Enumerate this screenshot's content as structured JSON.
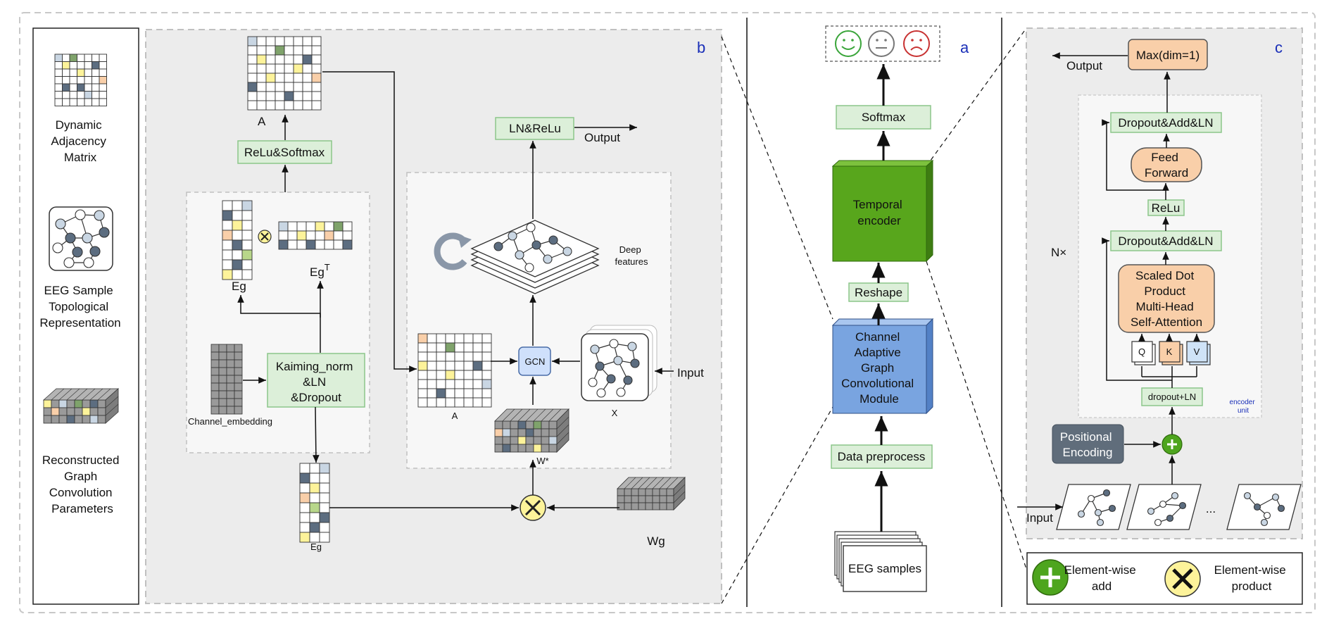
{
  "legend_left": {
    "dynamic_adjacency": [
      "Dynamic",
      "Adjacency",
      "Matrix"
    ],
    "eeg_topology": [
      "EEG Sample",
      "Topological",
      "Representation"
    ],
    "reconstructed": [
      "Reconstructed",
      "Graph",
      "Convolution",
      "Parameters"
    ]
  },
  "panel_b": {
    "letter": "b",
    "A_top": "A",
    "relu_softmax": "ReLu&Softmax",
    "eg": "Eg",
    "eg_t": "Eg",
    "eg_t_sup": "T",
    "kaiming": [
      "Kaiming_norm",
      "&LN",
      "&Dropout"
    ],
    "channel_embedding": "Channel_embedding",
    "eg_bottom": "Eg",
    "wg": "Wg",
    "ln_relu": "LN&ReLu",
    "output": "Output",
    "deep_features": [
      "Deep",
      "features"
    ],
    "A_mid": "A",
    "gcn": "GCN",
    "x": "X",
    "input": "Input",
    "w_star": "W*"
  },
  "panel_a": {
    "letter": "a",
    "softmax": "Softmax",
    "temporal": [
      "Temporal",
      "encoder"
    ],
    "reshape": "Reshape",
    "cagcm": [
      "Channel",
      "Adaptive",
      "Graph",
      "Convolutional",
      "Module"
    ],
    "data_preprocess": "Data preprocess",
    "eeg_samples": "EEG samples"
  },
  "panel_c": {
    "letter": "c",
    "max": "Max(dim=1)",
    "output": "Output",
    "dropout_add_ln_1": "Dropout&Add&LN",
    "feed_forward": [
      "Feed",
      "Forward"
    ],
    "relu": "ReLu",
    "nx": "N×",
    "dropout_add_ln_2": "Dropout&Add&LN",
    "attention": [
      "Scaled Dot",
      "Product",
      "Multi-Head",
      "Self-Attention"
    ],
    "q": "Q",
    "k": "K",
    "v": "V",
    "dropout_ln": "dropout+LN",
    "encoder_unit": [
      "encoder",
      "unit"
    ],
    "positional": [
      "Positional",
      "Encoding"
    ],
    "input": "Input",
    "ellipsis": "..."
  },
  "legend_bottom": {
    "add": [
      "Element-wise",
      "add"
    ],
    "product": [
      "Element-wise",
      "product"
    ]
  },
  "colors": {
    "green_box": "#dcefd9",
    "green_border": "#8cc68a",
    "orange": "#f9cfa9",
    "blue_box": "#79a4e0",
    "temporal_green": "#58a61c",
    "panel_gray": "#ececec",
    "node_dark": "#5c6d80",
    "node_light": "#c9d6e3",
    "yellow": "#fdf39a",
    "pos_enc": "#606d7b",
    "panel_letter": "#1a2fb8"
  }
}
